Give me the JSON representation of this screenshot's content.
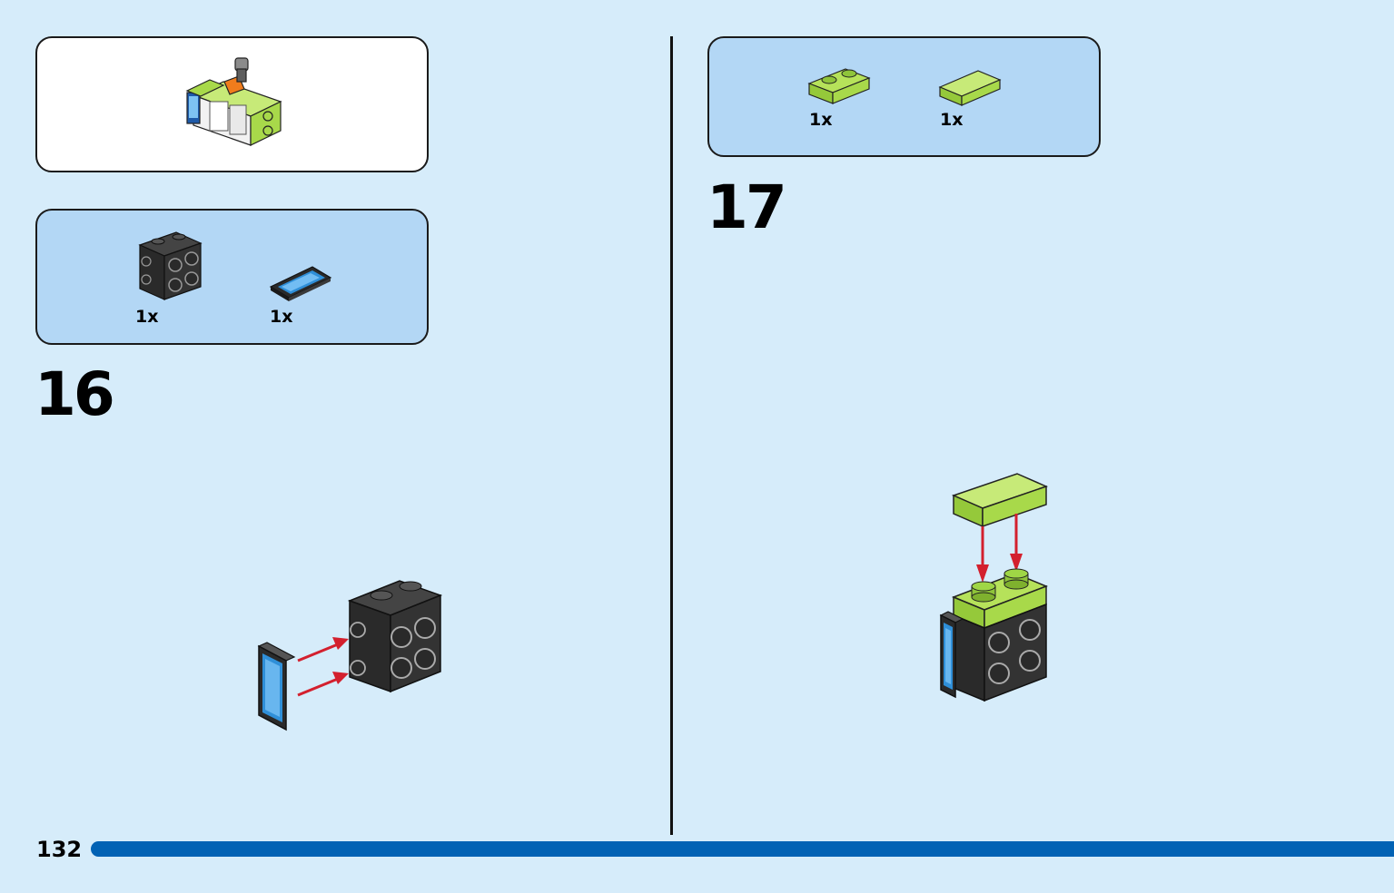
{
  "page": {
    "number": "132"
  },
  "step16": {
    "number": "16",
    "parts": [
      {
        "quantity": "1x",
        "icon": "black-brick-with-side-studs-icon"
      },
      {
        "quantity": "1x",
        "icon": "phone-tile-icon"
      }
    ]
  },
  "step17": {
    "number": "17",
    "parts": [
      {
        "quantity": "1x",
        "icon": "lime-plate-1x2-icon"
      },
      {
        "quantity": "1x",
        "icon": "lime-tile-1x2-icon"
      }
    ]
  },
  "colors": {
    "background": "#d6ecfa",
    "parts_panel": "#b3d7f5",
    "progress_bar": "#0262b4",
    "lime": "#a8d94a",
    "black_brick": "#2a2a2a",
    "arrow": "#d3202e"
  }
}
